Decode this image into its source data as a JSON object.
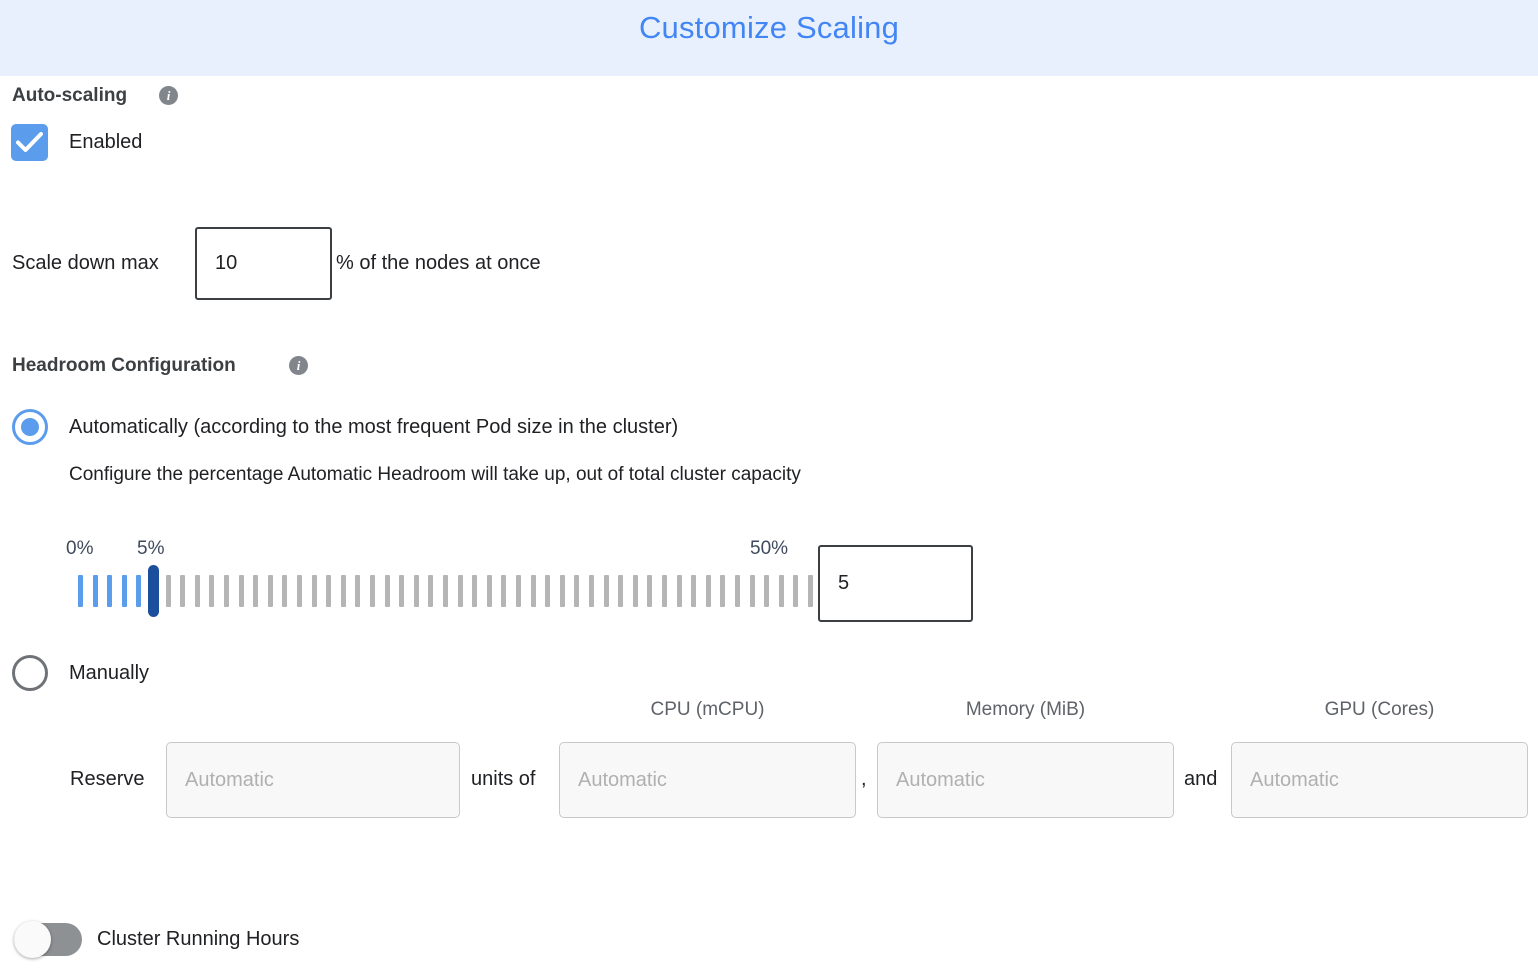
{
  "header": {
    "title": "Customize Scaling"
  },
  "autoscaling": {
    "label": "Auto-scaling",
    "info_icon": "info-icon",
    "enabled_label": "Enabled",
    "enabled_checked": true,
    "scale_down_prefix": "Scale down max",
    "scale_down_value": "10",
    "scale_down_suffix": "% of the nodes at once"
  },
  "headroom": {
    "label": "Headroom Configuration",
    "info_icon": "info-icon",
    "option_auto_label": "Automatically (according to the most frequent Pod size in the cluster)",
    "option_auto_selected": true,
    "description": "Configure the percentage Automatic Headroom will take up, out of total cluster capacity",
    "option_manual_label": "Manually",
    "option_manual_selected": false
  },
  "slider": {
    "min_label": "0%",
    "value_label": "5%",
    "max_label": "50%",
    "min": 0,
    "max": 50,
    "value": 5,
    "ticks": 51,
    "input_value": "5",
    "filled_color": "#5c9ced",
    "empty_color": "#b5b5b5",
    "thumb_color": "#1b4f9c"
  },
  "reserve": {
    "row_label": "Reserve",
    "sep_units_of": "units of",
    "sep_comma": ",",
    "sep_and": "and",
    "columns": [
      {
        "header": "",
        "placeholder": "Automatic",
        "value": "",
        "disabled": true
      },
      {
        "header": "CPU (mCPU)",
        "placeholder": "Automatic",
        "value": "",
        "disabled": true
      },
      {
        "header": "Memory (MiB)",
        "placeholder": "Automatic",
        "value": "",
        "disabled": true
      },
      {
        "header": "GPU (Cores)",
        "placeholder": "Automatic",
        "value": "",
        "disabled": true
      }
    ]
  },
  "cluster_running_hours": {
    "label": "Cluster Running Hours",
    "enabled": false
  },
  "colors": {
    "header_bg": "#e8f0fe",
    "title": "#4285f4",
    "accent": "#5c9ced",
    "text": "#202124",
    "muted": "#5f6368"
  }
}
